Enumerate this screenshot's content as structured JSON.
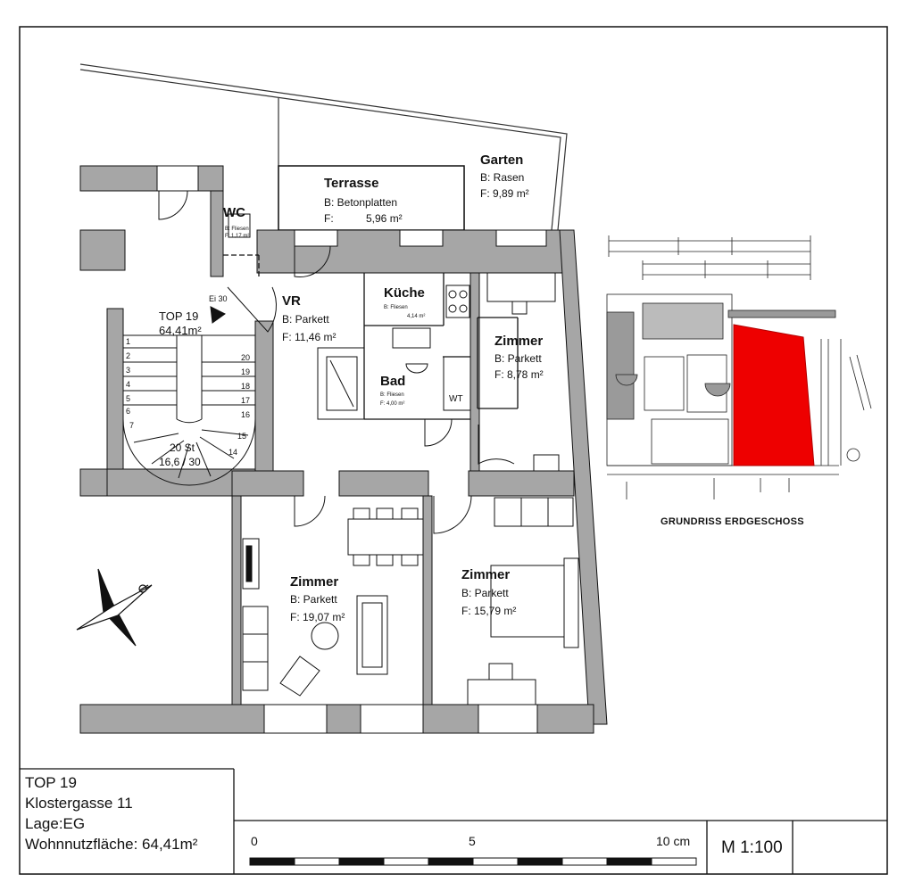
{
  "rooms": {
    "terrasse": {
      "name": "Terrasse",
      "floor": "B: Betonplatten",
      "area_label": "F:",
      "area": "5,96 m²"
    },
    "garten": {
      "name": "Garten",
      "floor": "B: Rasen",
      "area": "F: 9,89 m²"
    },
    "wc": {
      "name": "WC",
      "floor": "B: Fliesen",
      "area": "F: 1,17 m²"
    },
    "kueche": {
      "name": "Küche",
      "floor": "B: Fliesen",
      "area": "4,14 m²"
    },
    "vr": {
      "name": "VR",
      "floor": "B: Parkett",
      "area": "F: 11,46 m²"
    },
    "top": {
      "name": "TOP 19",
      "area": "64,41m²"
    },
    "bad": {
      "name": "Bad",
      "floor": "B: Fliesen",
      "area": "F: 4,00 m²"
    },
    "wt": {
      "name": "WT"
    },
    "zimmer_small": {
      "name": "Zimmer",
      "floor": "B: Parkett",
      "area": "F: 8,78 m²"
    },
    "zimmer_living": {
      "name": "Zimmer",
      "floor": "B: Parkett",
      "area": "F: 19,07 m²"
    },
    "zimmer_bed": {
      "name": "Zimmer",
      "floor": "B: Parkett",
      "area": "F: 15,79 m²"
    }
  },
  "stairs": {
    "numbers_left": [
      "1",
      "2",
      "3",
      "4",
      "5",
      "6",
      "7"
    ],
    "numbers_right": [
      "20",
      "19",
      "18",
      "17",
      "16",
      "15",
      "14"
    ],
    "label": "20 St",
    "ratio": "16,6 / 30",
    "ei": "Ei 30"
  },
  "info": {
    "line1": "TOP 19",
    "line2": "Klostergasse 11",
    "line3": "Lage:EG",
    "line4": "Wohnnutzfläche: 64,41m²"
  },
  "scale_bar": {
    "left": "0",
    "mid": "5",
    "right": "10 cm",
    "scale": "M 1:100"
  },
  "overview": {
    "title": "GRUNDRISS ERDGESCHOSS",
    "highlight_color": "#ee0000"
  },
  "colors": {
    "wall": "#a6a6a6",
    "line": "#111111",
    "window": "#ffffff"
  }
}
